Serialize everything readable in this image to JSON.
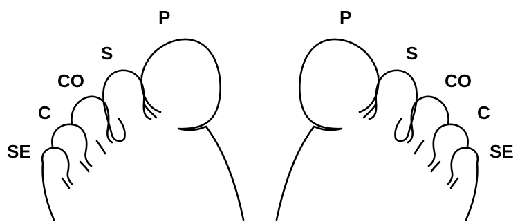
{
  "left_foot": {
    "labels": {
      "p": "P",
      "s": "S",
      "co": "CO",
      "c": "C",
      "se": "SE"
    }
  },
  "right_foot": {
    "labels": {
      "p": "P",
      "s": "S",
      "co": "CO",
      "c": "C",
      "se": "SE"
    }
  },
  "colors": {
    "stroke": "#000000",
    "background": "#ffffff"
  }
}
